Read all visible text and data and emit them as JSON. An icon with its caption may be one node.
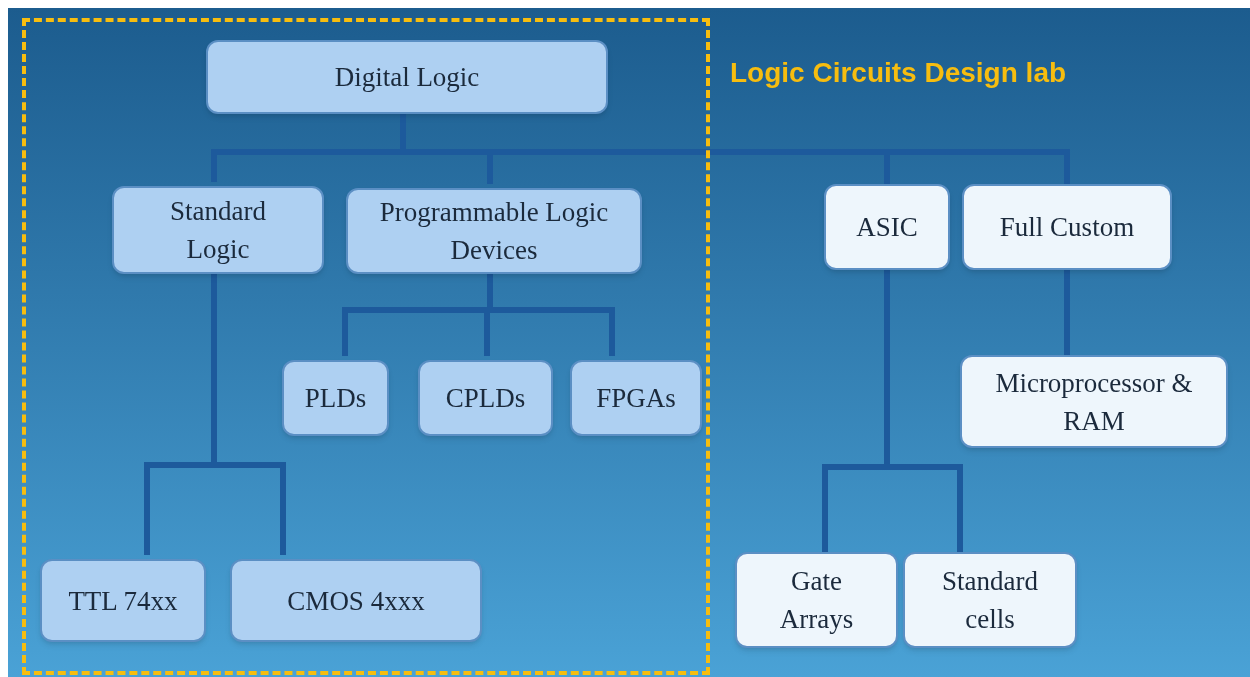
{
  "diagram": {
    "nodes": [
      {
        "text": [
          "Logic Circuits Design lab"
        ]
      },
      {
        "text": [
          "Digital Logic"
        ],
        "in": 0
      },
      {
        "text": [
          "Standard Logic"
        ],
        "in": 0
      },
      {
        "text": [
          "Programmable Logic Devices"
        ],
        "in": 0
      },
      {
        "text": [
          "ASIC"
        ]
      },
      {
        "text": [
          "Full Custom"
        ]
      },
      {
        "text": [
          "PLDs"
        ],
        "in": 0
      },
      {
        "text": [
          "CPLDs"
        ],
        "in": 0
      },
      {
        "text": [
          "FPGAs"
        ],
        "in": 0
      },
      {
        "text": [
          "Microprocessor & RAM"
        ]
      },
      {
        "text": [
          "TTL 74xx"
        ],
        "in": 0
      },
      {
        "text": [
          "CMOS 4xxx"
        ],
        "in": 0
      },
      {
        "text": [
          "Gate Arrays"
        ]
      },
      {
        "text": [
          "Standard cells"
        ]
      }
    ],
    "edges": [
      {
        "from": 1,
        "to": 2,
        "arrow": "none"
      },
      {
        "from": 1,
        "to": 3,
        "arrow": "none"
      },
      {
        "from": 1,
        "to": 4,
        "arrow": "none"
      },
      {
        "from": 1,
        "to": 5,
        "arrow": "none"
      },
      {
        "from": 3,
        "to": 6,
        "arrow": "none"
      },
      {
        "from": 3,
        "to": 7,
        "arrow": "none"
      },
      {
        "from": 3,
        "to": 8,
        "arrow": "none"
      },
      {
        "from": 2,
        "to": 10,
        "arrow": "none"
      },
      {
        "from": 2,
        "to": 11,
        "arrow": "none"
      },
      {
        "from": 4,
        "to": 12,
        "arrow": "none"
      },
      {
        "from": 4,
        "to": 13,
        "arrow": "none"
      },
      {
        "from": 5,
        "to": 9,
        "arrow": "none"
      }
    ]
  }
}
